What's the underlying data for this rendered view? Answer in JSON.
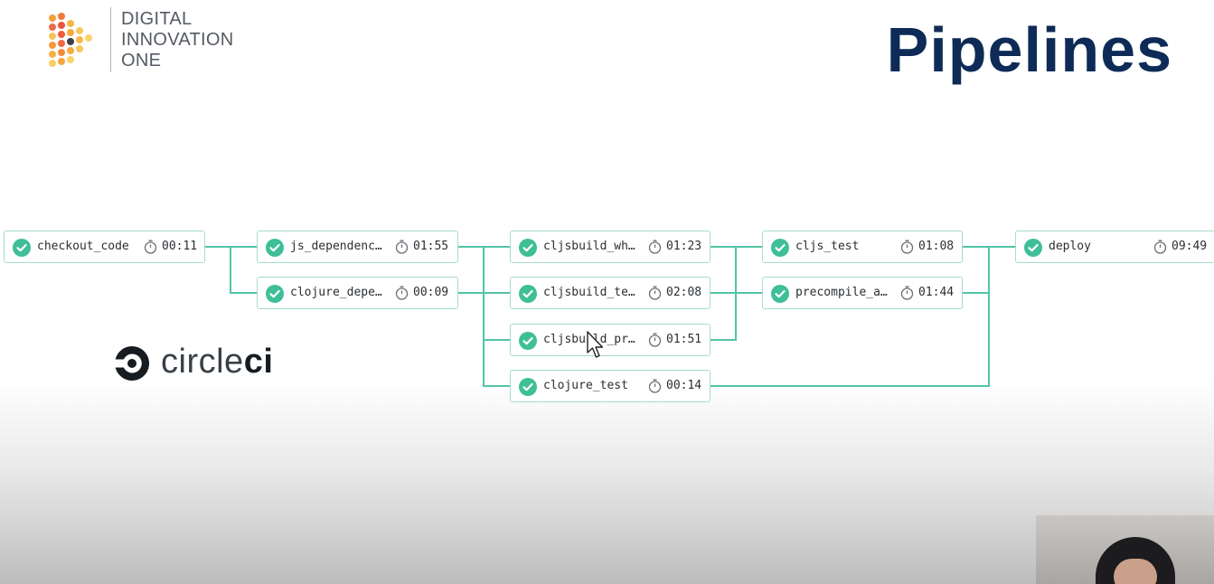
{
  "brand": {
    "lines": [
      "DIGITAL",
      "INNOVATION",
      "ONE"
    ]
  },
  "slide": {
    "title": "Pipelines"
  },
  "circleci": {
    "prefix": "circle",
    "suffix": "ci"
  },
  "colors": {
    "accent_green": "#3fbf97",
    "connector": "#52c4a6",
    "card_border": "#a7dcd1",
    "title_navy": "#0d2b56"
  },
  "pipeline": {
    "jobs": [
      {
        "name": "checkout_code",
        "time": "00:11",
        "status": "success"
      },
      {
        "name": "js_dependenc…",
        "time": "01:55",
        "status": "success"
      },
      {
        "name": "clojure_depe…",
        "time": "00:09",
        "status": "success"
      },
      {
        "name": "cljsbuild_wh…",
        "time": "01:23",
        "status": "success"
      },
      {
        "name": "cljsbuild_te…",
        "time": "02:08",
        "status": "success"
      },
      {
        "name": "cljsbuild_pr…",
        "time": "01:51",
        "status": "success"
      },
      {
        "name": "clojure_test",
        "time": "00:14",
        "status": "success"
      },
      {
        "name": "cljs_test",
        "time": "01:08",
        "status": "success"
      },
      {
        "name": "precompile_a…",
        "time": "01:44",
        "status": "success"
      },
      {
        "name": "deploy",
        "time": "09:49",
        "status": "success"
      }
    ]
  }
}
